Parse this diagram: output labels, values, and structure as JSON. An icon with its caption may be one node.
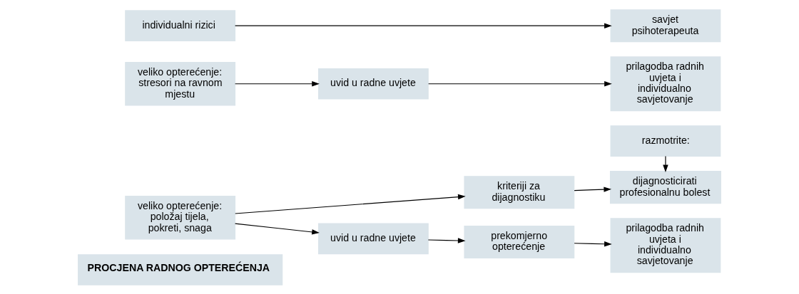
{
  "diagram": {
    "nodes": [
      {
        "text": [
          "PROCJENA RADNOG OPTEREĆENJA"
        ]
      },
      {
        "text": [
          "razmotrite:"
        ]
      },
      {
        "text": [
          "veliko opterećenje: položaj tijela, pokreti, snaga"
        ]
      },
      {
        "text": [
          "kriteriji za dijagnostiku"
        ]
      },
      {
        "text": [
          "dijagnosticirati profesionalnu bolest"
        ]
      },
      {
        "text": [
          "uvid u radne uvjete"
        ]
      },
      {
        "text": [
          "prekomjerno opterećenje"
        ]
      },
      {
        "text": [
          "prilagodba radnih uvjeta i individualno savjetovanje"
        ]
      },
      {
        "text": [
          "veliko opterećenje: stresori na ravnom mjestu"
        ]
      },
      {
        "text": [
          "uvid u radne uvjete"
        ]
      },
      {
        "text": [
          "prilagodba radnih uvjeta i individualno savjetovanje"
        ]
      },
      {
        "text": [
          "individualni rizici"
        ]
      },
      {
        "text": [
          "savjet psihoterapeuta"
        ]
      }
    ],
    "edges": [
      {
        "from": 1,
        "to": 4,
        "arrow": "to"
      },
      {
        "from": 2,
        "to": 3,
        "arrow": "to"
      },
      {
        "from": 3,
        "to": 4,
        "arrow": "to"
      },
      {
        "from": 2,
        "to": 5,
        "arrow": "to"
      },
      {
        "from": 5,
        "to": 6,
        "arrow": "to"
      },
      {
        "from": 6,
        "to": 7,
        "arrow": "to"
      },
      {
        "from": 8,
        "to": 9,
        "arrow": "to"
      },
      {
        "from": 9,
        "to": 10,
        "arrow": "to"
      },
      {
        "from": 11,
        "to": 12,
        "arrow": "to"
      }
    ]
  }
}
